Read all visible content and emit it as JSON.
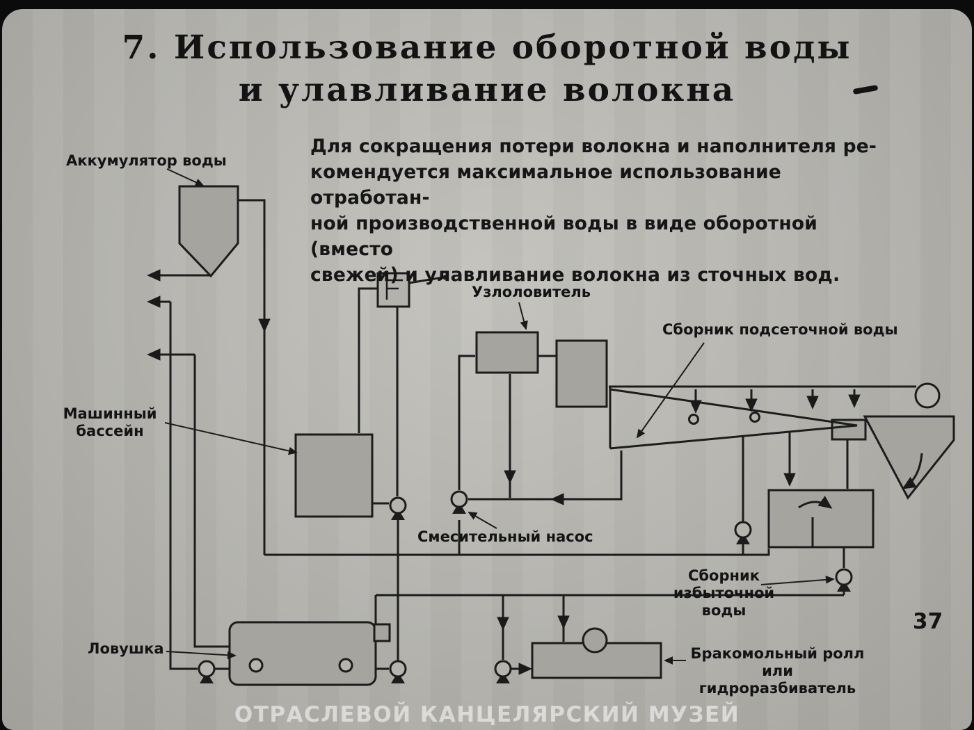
{
  "title": {
    "line1": "7. Использование оборотной воды",
    "line2": "и улавливание волокна"
  },
  "paragraph": {
    "text": "Для сокращения потери волокна и наполнителя ре-\nкомендуется максимальное использование отработан-\nной производственной воды в виде оборотной (вместо\nсвежей) и улавливание волокна из сточных вод."
  },
  "labels": {
    "accumulator": "Аккумулятор воды",
    "knot_catcher": "Узлоловитель",
    "wire_water_collector": "Сборник подсеточной воды",
    "machine_basin": "Машинный\nбассейн",
    "mixing_pump": "Смесительный насос",
    "excess_water_collector": "Сборник\nизбыточной воды",
    "trap": "Ловушка",
    "broke_pulper": "Бракомольный ролл\nили гидроразбиватель"
  },
  "frame": {
    "page_number": "37",
    "watermark": "ОТРАСЛЕВОЙ КАНЦЕЛЯРСКИЙ МУЗЕЙ"
  },
  "colors": {
    "ink": "#1c1c1c",
    "paper": "#b5b4af"
  }
}
